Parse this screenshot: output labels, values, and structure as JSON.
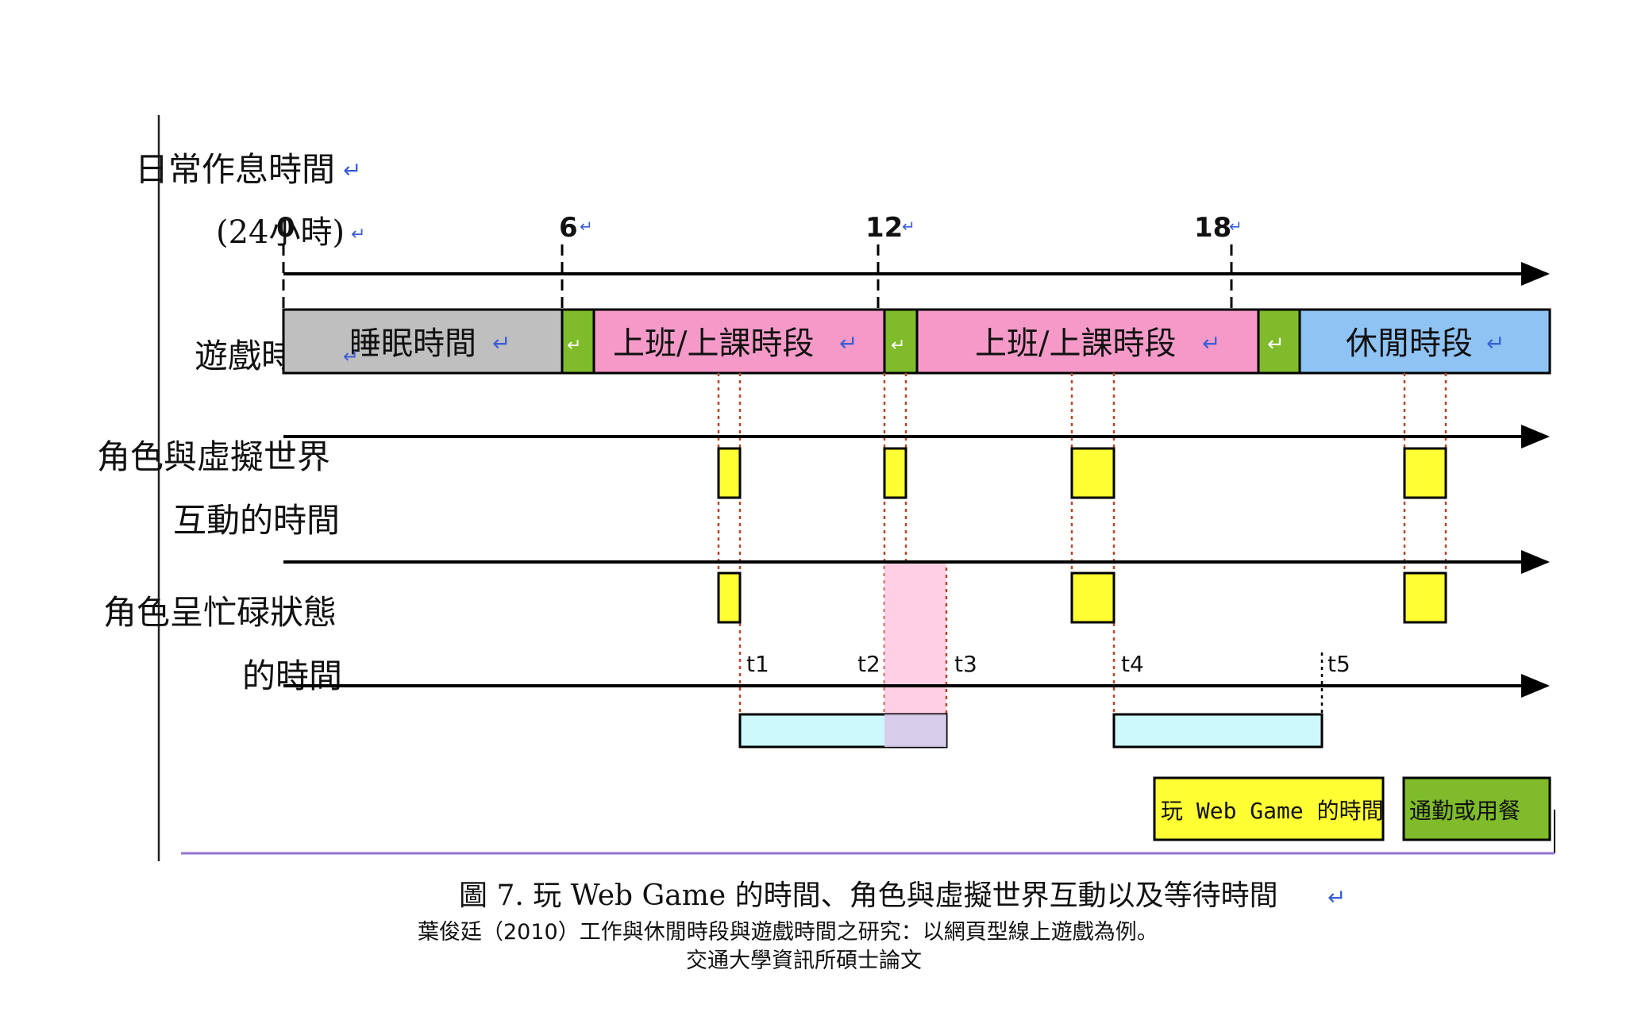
{
  "labels": {
    "daily_schedule": "日常作息時間",
    "hours24": "(24小時)",
    "game_time": "遊戲時間",
    "interaction_line1": "角色與虛擬世界",
    "interaction_line2": "互動的時間",
    "busy_line1": "角色呈忙碌狀態",
    "busy_line2": "的時間"
  },
  "hour_ticks": [
    "0",
    "6",
    "12",
    "18"
  ],
  "segments": {
    "sleep": "睡眠時間",
    "work1": "上班/上課時段",
    "work2": "上班/上課時段",
    "leisure": "休閒時段"
  },
  "time_marks": [
    "t1",
    "t2",
    "t3",
    "t4",
    "t5"
  ],
  "legend": {
    "play": "玩 Web Game 的時間",
    "commute": "通勤或用餐"
  },
  "caption": {
    "title": "圖 7. 玩 Web Game 的時間、角色與虛擬世界互動以及等待時間",
    "source_line1": "葉俊廷（2010）工作與休閒時段與遊戲時間之研究：以網頁型線上遊戲為例。",
    "source_line2": "交通大學資訊所碩士論文"
  },
  "colors": {
    "sleep": "#c0bfbf",
    "commute": "#7fbb2a",
    "work": "#f59ac8",
    "leisure": "#8fc3f4",
    "play": "#ffff33",
    "wait": "#ccf9fb",
    "busy_overlay": "#ffc8e0",
    "return_mark": "#3a5fd6"
  }
}
